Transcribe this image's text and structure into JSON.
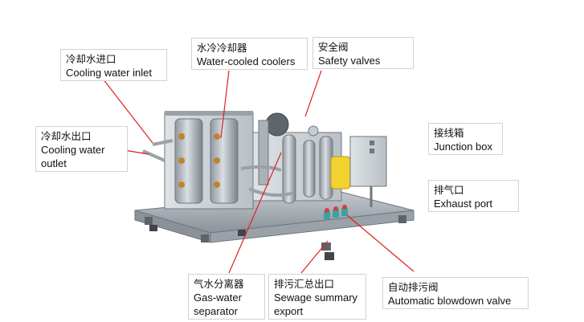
{
  "callouts": {
    "cooling_inlet": {
      "zh": "冷却水进口",
      "en": "Cooling water inlet"
    },
    "coolers": {
      "zh": "水冷冷却器",
      "en": "Water-cooled coolers"
    },
    "safety_valves": {
      "zh": "安全阀",
      "en": "Safety valves"
    },
    "cooling_outlet": {
      "zh": "冷却水出口",
      "en_line1": "Cooling water",
      "en_line2": "outlet"
    },
    "junction_box": {
      "zh": "接线箱",
      "en": "Junction box"
    },
    "exhaust_port": {
      "zh": "排气口",
      "en": "Exhaust port"
    },
    "gas_water_separator": {
      "zh": "气水分离器",
      "en_line1": "Gas-water",
      "en_line2": "separator"
    },
    "sewage_export": {
      "zh": "排污汇总出口",
      "en_line1": "Sewage summary",
      "en_line2": "export"
    },
    "blowdown_valve": {
      "zh": "自动排污阀",
      "en": "Automatic blowdown valve"
    }
  },
  "colors": {
    "leader_line": "#e02020",
    "frame": "#a9b0b7",
    "frame_dark": "#7d858c",
    "panel_yellow": "#f2d22e",
    "border": "#d2d2d2"
  }
}
